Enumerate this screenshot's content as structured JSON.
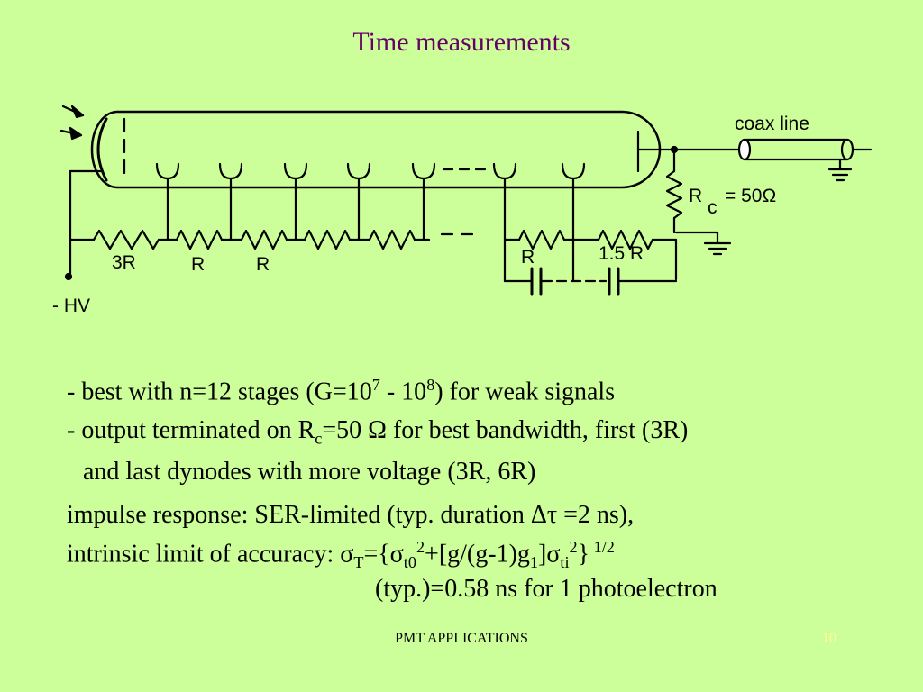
{
  "title": "Time measurements",
  "diagram": {
    "label_coax": "coax line",
    "label_rc_r": "R",
    "label_rc_c": "c",
    "label_rc_value": "= 50Ω",
    "label_3r": "3R",
    "label_r1": "R",
    "label_r2": "R",
    "label_r_last": "R",
    "label_15r": "1.5 R",
    "label_hv": "- HV"
  },
  "bullets": {
    "b1_a": "- best with n=12 stages (G=10",
    "b1_sup1": "7",
    "b1_b": " - 10",
    "b1_sup2": "8",
    "b1_c": ") for weak signals",
    "b2_a": "- output terminated on R",
    "b2_sub": "c",
    "b2_b": "=50 Ω for best bandwidth, first (3R)",
    "b3": "and last dynodes with more voltage (3R, 6R)",
    "b4": "impulse response: SER-limited (typ. duration Δτ =2 ns),",
    "b5_a": "intrinsic limit of accuracy:  σ",
    "b5_sub1": "T",
    "b5_b": "={σ",
    "b5_sub2": "t0",
    "b5_sup1": "2",
    "b5_c": "+[g/(g-1)g",
    "b5_sub3": "1",
    "b5_d": "]σ",
    "b5_sub4": "ti",
    "b5_sup2": "2",
    "b5_e": "}",
    "b5_sup3": " 1/2",
    "b6": "(typ.)=0.58 ns for 1 photoelectron"
  },
  "footer": "PMT APPLICATIONS",
  "page_number": "10",
  "colors": {
    "background": "#ccff99",
    "title": "#660066",
    "page_number": "#ffff99"
  }
}
